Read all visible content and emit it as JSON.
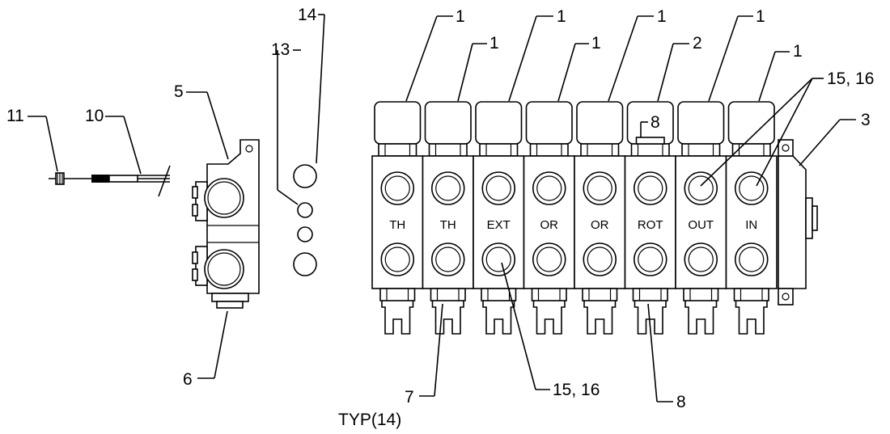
{
  "diagram": {
    "callouts": {
      "c11": "11",
      "c10": "10",
      "c5": "5",
      "c6": "6",
      "c13": "13",
      "c14": "14",
      "c1a": "1",
      "c1b": "1",
      "c1c": "1",
      "c1d": "1",
      "c1e": "1",
      "c1f": "1",
      "c1g": "1",
      "c2": "2",
      "c8top": "8",
      "c3": "3",
      "c1516top": "15, 16",
      "c1516bot": "15, 16",
      "c7": "7",
      "c8bot": "8",
      "typ": "TYP(14)"
    },
    "section_labels": [
      "TH",
      "TH",
      "EXT",
      "OR",
      "OR",
      "ROT",
      "OUT",
      "IN"
    ]
  }
}
